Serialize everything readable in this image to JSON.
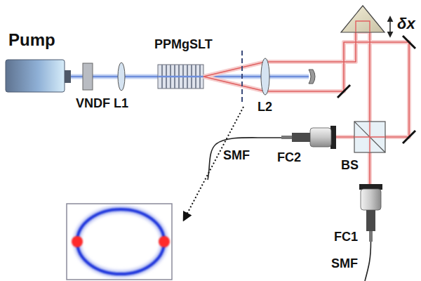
{
  "diagram": {
    "labels": [
      "Pump",
      "δx",
      "PPMgSLT",
      "VNDF",
      "L1",
      "L2",
      "SMF",
      "FC2",
      "BS",
      "FC1",
      "SMF"
    ]
  }
}
